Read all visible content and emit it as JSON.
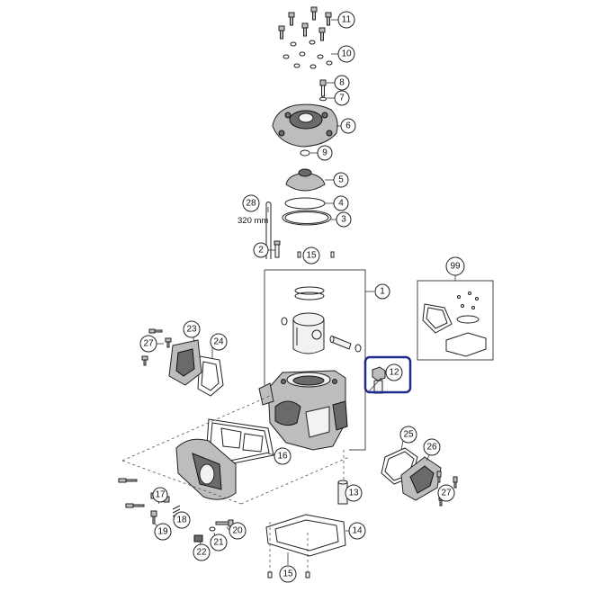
{
  "diagram": {
    "callouts": [
      {
        "id": "c11",
        "label": "11"
      },
      {
        "id": "c10",
        "label": "10"
      },
      {
        "id": "c8",
        "label": "8"
      },
      {
        "id": "c7",
        "label": "7"
      },
      {
        "id": "c6",
        "label": "6"
      },
      {
        "id": "c9",
        "label": "9"
      },
      {
        "id": "c5",
        "label": "5"
      },
      {
        "id": "c4",
        "label": "4"
      },
      {
        "id": "c3",
        "label": "3"
      },
      {
        "id": "c28",
        "label": "28"
      },
      {
        "id": "c2",
        "label": "2"
      },
      {
        "id": "c15a",
        "label": "15"
      },
      {
        "id": "c99",
        "label": "99"
      },
      {
        "id": "c1",
        "label": "1"
      },
      {
        "id": "c23",
        "label": "23"
      },
      {
        "id": "c27a",
        "label": "27"
      },
      {
        "id": "c24",
        "label": "24"
      },
      {
        "id": "c12",
        "label": "12"
      },
      {
        "id": "c16",
        "label": "16"
      },
      {
        "id": "c25",
        "label": "25"
      },
      {
        "id": "c26",
        "label": "26"
      },
      {
        "id": "c27b",
        "label": "27"
      },
      {
        "id": "c13",
        "label": "13"
      },
      {
        "id": "c17",
        "label": "17"
      },
      {
        "id": "c18",
        "label": "18"
      },
      {
        "id": "c19",
        "label": "19"
      },
      {
        "id": "c20",
        "label": "20"
      },
      {
        "id": "c21",
        "label": "21"
      },
      {
        "id": "c22",
        "label": "22"
      },
      {
        "id": "c14",
        "label": "14"
      },
      {
        "id": "c15b",
        "label": "15"
      }
    ],
    "hose_length_label": "320 mm",
    "highlighted_part": "12",
    "highlight_color": "#1f2a8c"
  }
}
